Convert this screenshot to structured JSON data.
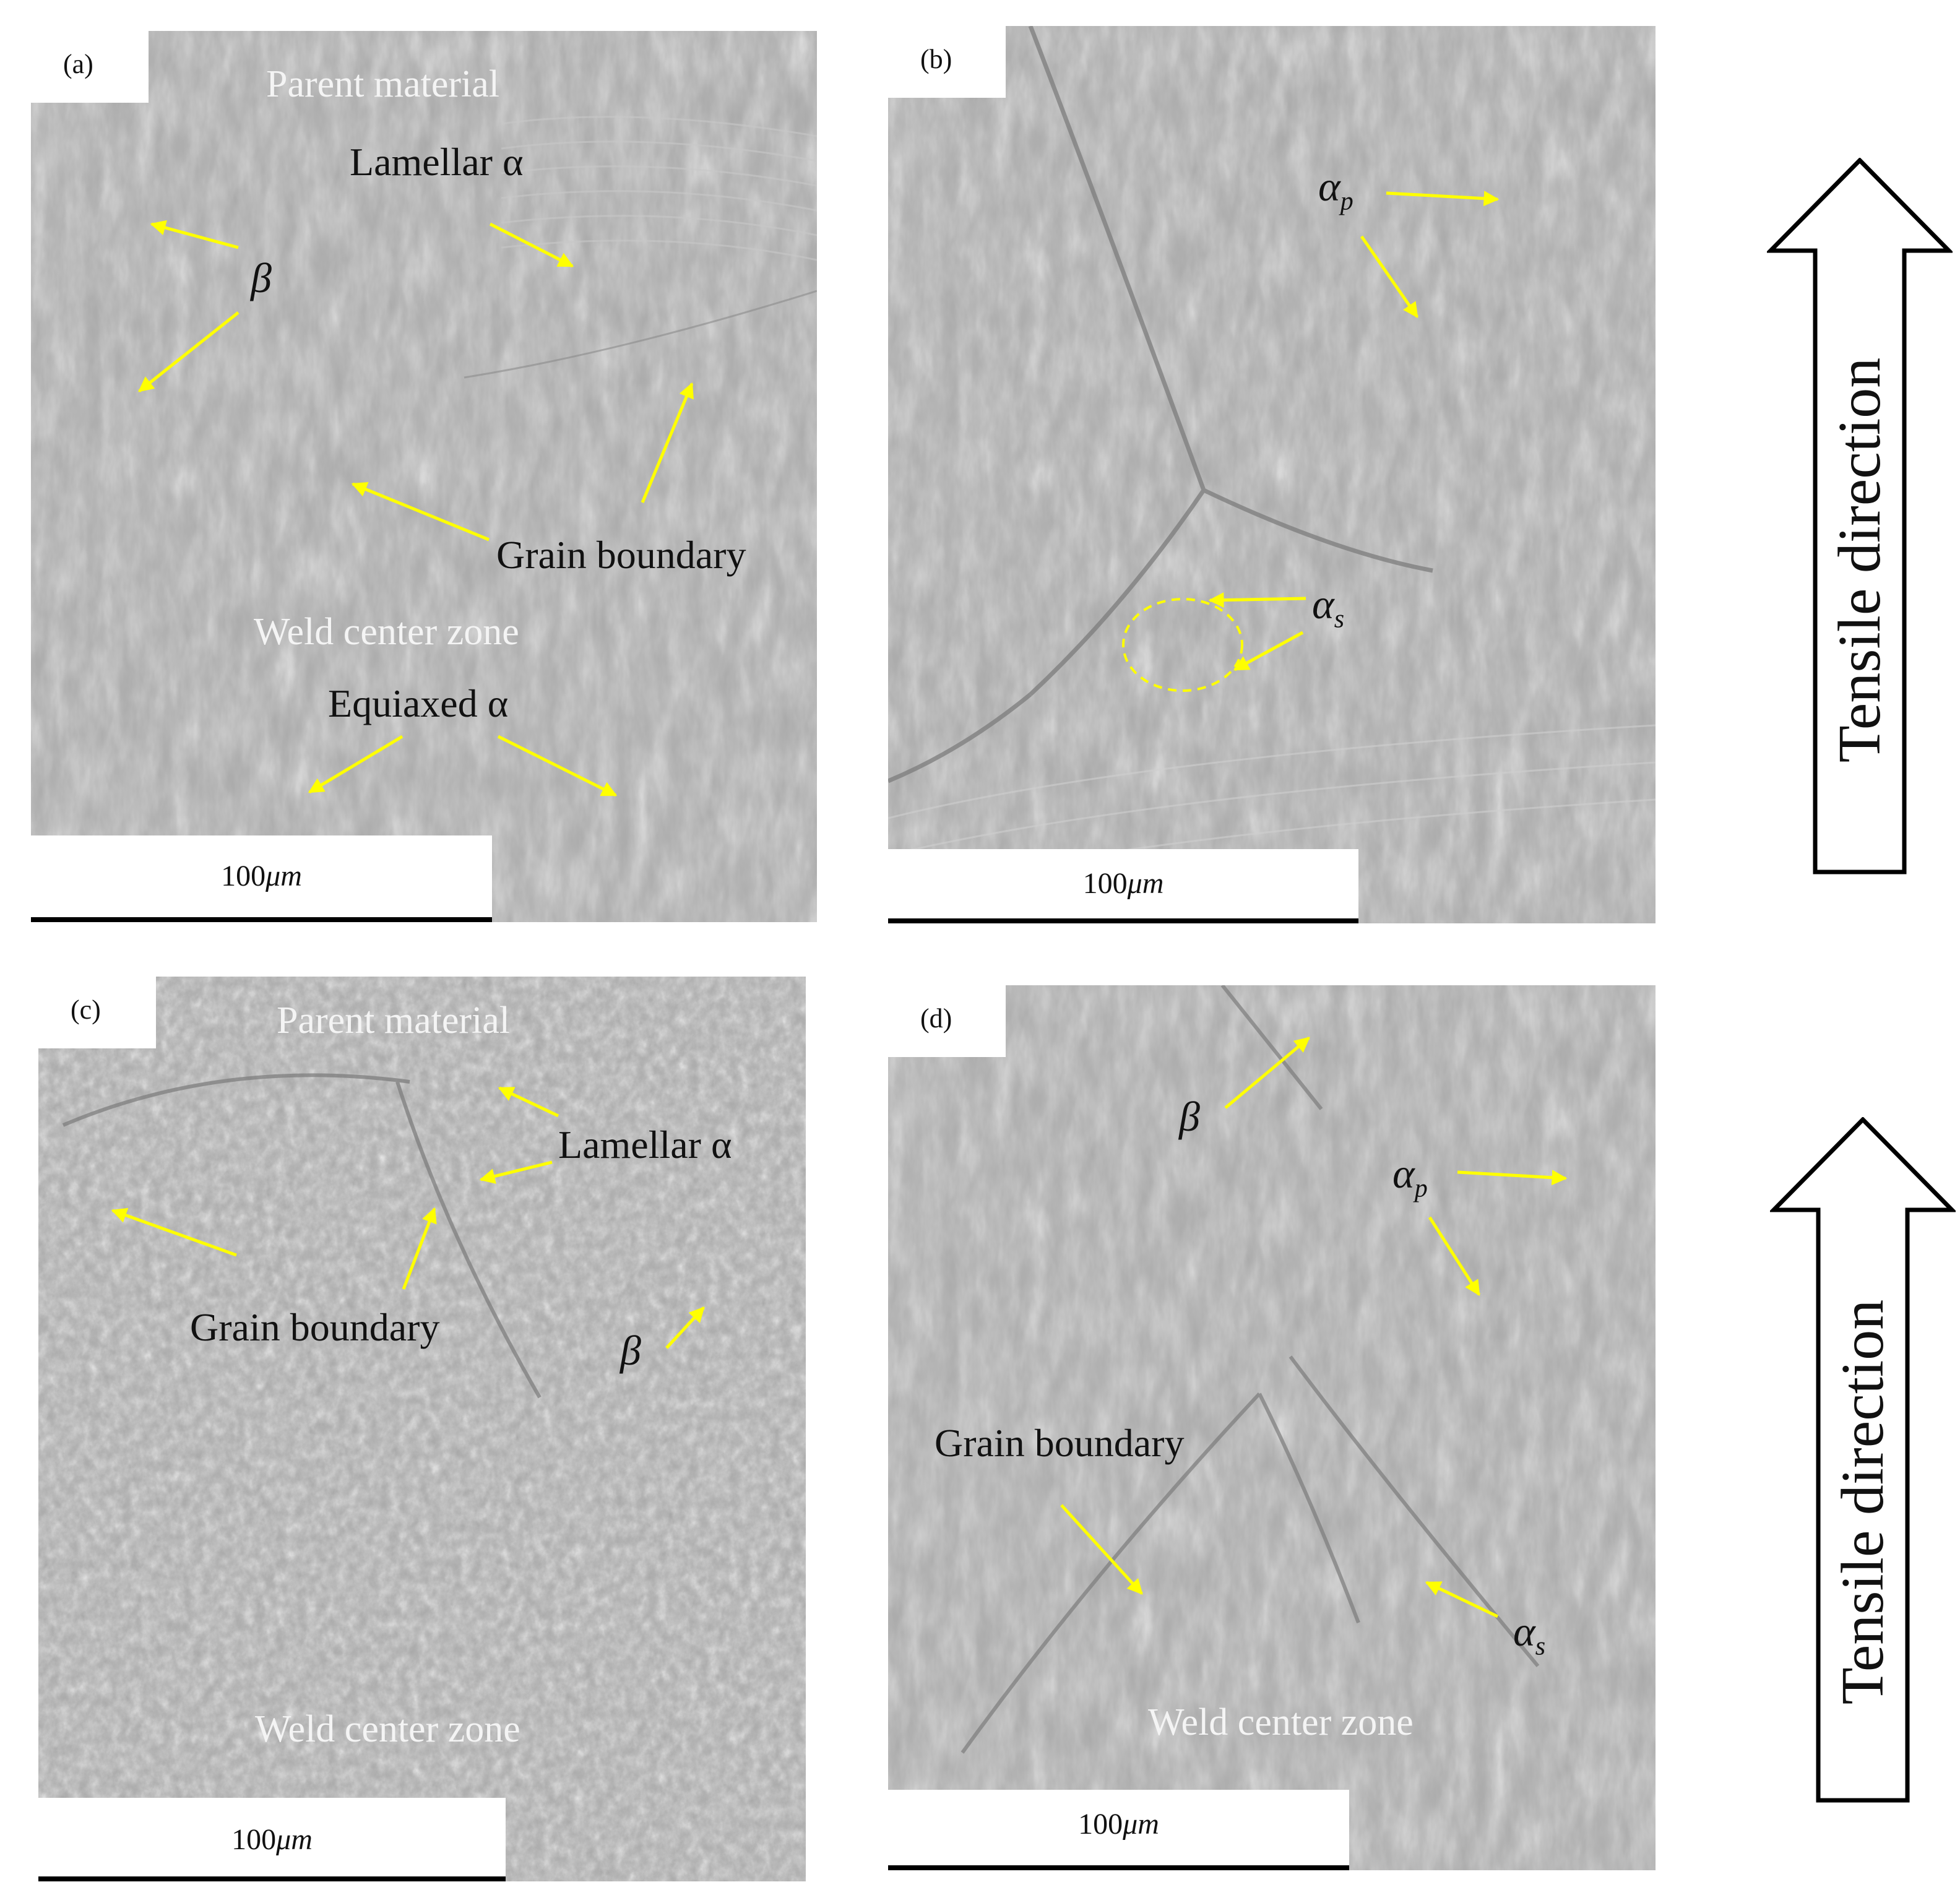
{
  "panels": {
    "a": {
      "label": "(a)",
      "parent_material": "Parent material",
      "lamellar": "Lamellar  α",
      "beta": "β",
      "grain_boundary": "Grain boundary",
      "weld_zone": "Weld center zone",
      "equiaxed": "Equiaxed  α",
      "scale_value": "100",
      "scale_unit": "μm"
    },
    "b": {
      "label": "(b)",
      "alpha": "α",
      "sub_p": "p",
      "sub_s": "s",
      "scale_value": "100",
      "scale_unit": "μm"
    },
    "c": {
      "label": "(c)",
      "parent_material": "Parent material",
      "lamellar": "Lamellar  α",
      "grain_boundary": "Grain boundary",
      "beta": "β",
      "weld_zone": "Weld center zone",
      "scale_value": "100",
      "scale_unit": "μm"
    },
    "d": {
      "label": "(d)",
      "beta": "β",
      "alpha": "α",
      "sub_p": "p",
      "sub_s": "s",
      "grain_boundary": "Grain boundary",
      "weld_zone": "Weld center zone",
      "scale_value": "100",
      "scale_unit": "μm"
    }
  },
  "tensile_label": "Tensile direction",
  "colors": {
    "annotation_arrow": "#ffff00",
    "micrograph_gray": "#a9a9a9"
  }
}
